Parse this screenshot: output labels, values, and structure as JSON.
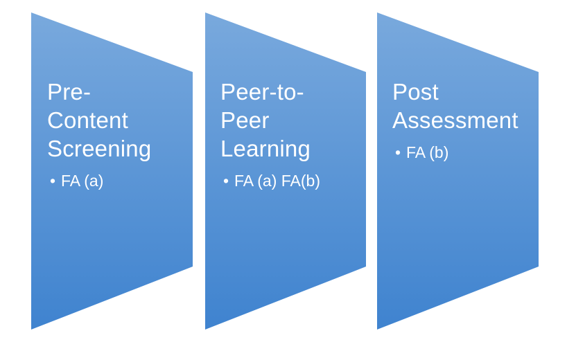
{
  "colors": {
    "shape_top": "#79a9dd",
    "shape_bottom": "#3f83cf",
    "text": "#ffffff"
  },
  "stages": [
    {
      "title_lines": [
        "Pre-",
        "Content",
        "Screening"
      ],
      "bullets": [
        "FA (a)"
      ]
    },
    {
      "title_lines": [
        "Peer-to-",
        "Peer",
        "Learning"
      ],
      "bullets": [
        "FA (a) FA(b)"
      ]
    },
    {
      "title_lines": [
        "Post",
        "Assessment"
      ],
      "bullets": [
        "FA (b)"
      ]
    }
  ]
}
